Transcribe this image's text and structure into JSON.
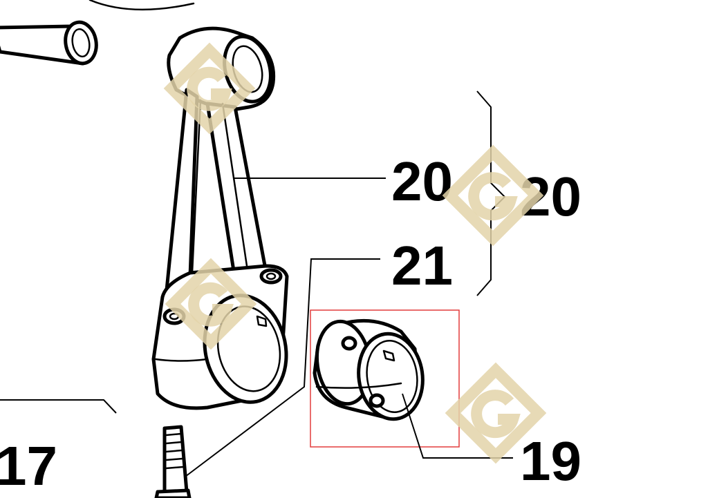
{
  "diagram": {
    "callouts": [
      {
        "id": "20",
        "label": "20"
      },
      {
        "id": "20-group",
        "label": "20"
      },
      {
        "id": "21",
        "label": "21"
      },
      {
        "id": "19",
        "label": "19"
      },
      {
        "id": "17",
        "label": "17"
      }
    ],
    "highlight_color": "#e23b3b",
    "watermark_color": "#e3d3a9",
    "watermark_icon": "g-logo-icon"
  }
}
